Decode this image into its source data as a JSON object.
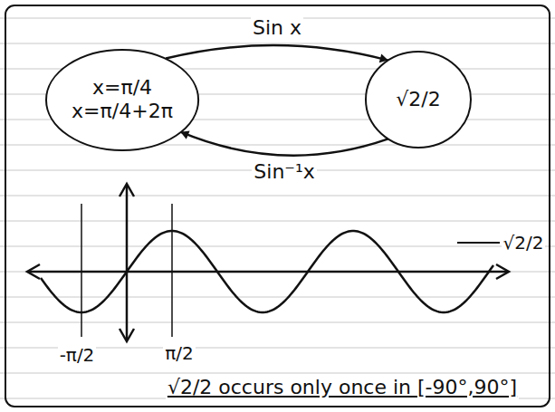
{
  "diagram": {
    "nodes": [
      {
        "text": [
          "x=π/4",
          "x=π/4+2π"
        ]
      },
      {
        "text": [
          "√2/2"
        ]
      }
    ],
    "edges": [
      {
        "from": 0,
        "to": 1,
        "arrow": "to",
        "label": "Sin x"
      },
      {
        "from": 1,
        "to": 0,
        "arrow": "to",
        "label": "Sin⁻¹x"
      }
    ],
    "labels": [
      "√2/2",
      "-π/2",
      "π/2",
      "√2/2 occurs only once in [-90°,90°]"
    ]
  }
}
